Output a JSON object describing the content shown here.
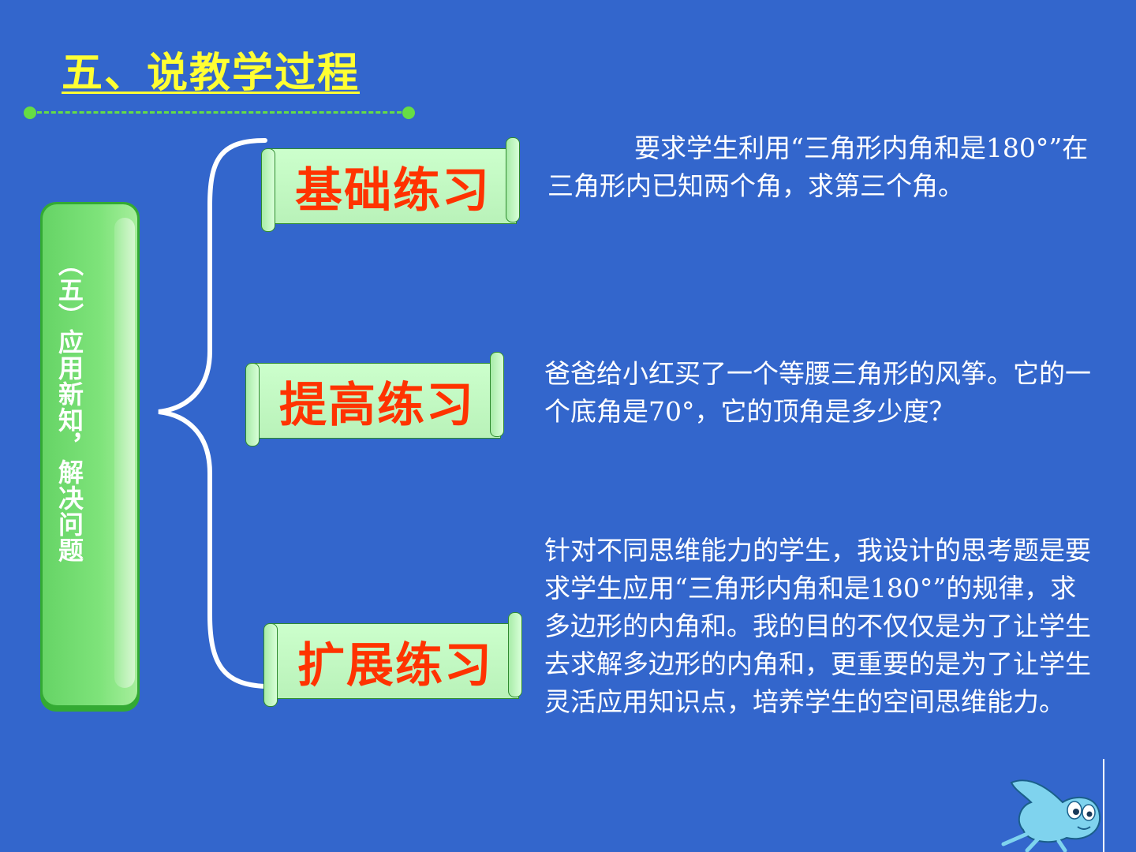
{
  "slide": {
    "title": "五、说教学过程",
    "side_label": "（五）应用新知，解决问题",
    "sections": [
      {
        "label": "基础练习",
        "description": "要求学生利用“三角形内角和是180°”在三角形内已知两个角，求第三个角。"
      },
      {
        "label": "提高练习",
        "description": "爸爸给小红买了一个等腰三角形的风筝。它的一个底角是70°，它的顶角是多少度？"
      },
      {
        "label": "扩展练习",
        "description": "针对不同思维能力的学生，我设计的思考题是要求学生应用“三角形内角和是180°”的规律，求多边形的内角和。我的目的不仅仅是为了让学生去求解多边形的内角和，更重要的是为了让学生灵活应用知识点，培养学生的空间思维能力。"
      }
    ]
  },
  "colors": {
    "background": "#3366cc",
    "title": "#ffff33",
    "accent_green": "#66dd44",
    "label_red": "#ff3300",
    "scroll_fill": "#ccffcc",
    "text_white": "#ffffff"
  },
  "icons": {
    "mascot": "cartoon-water-drop-mascot"
  }
}
